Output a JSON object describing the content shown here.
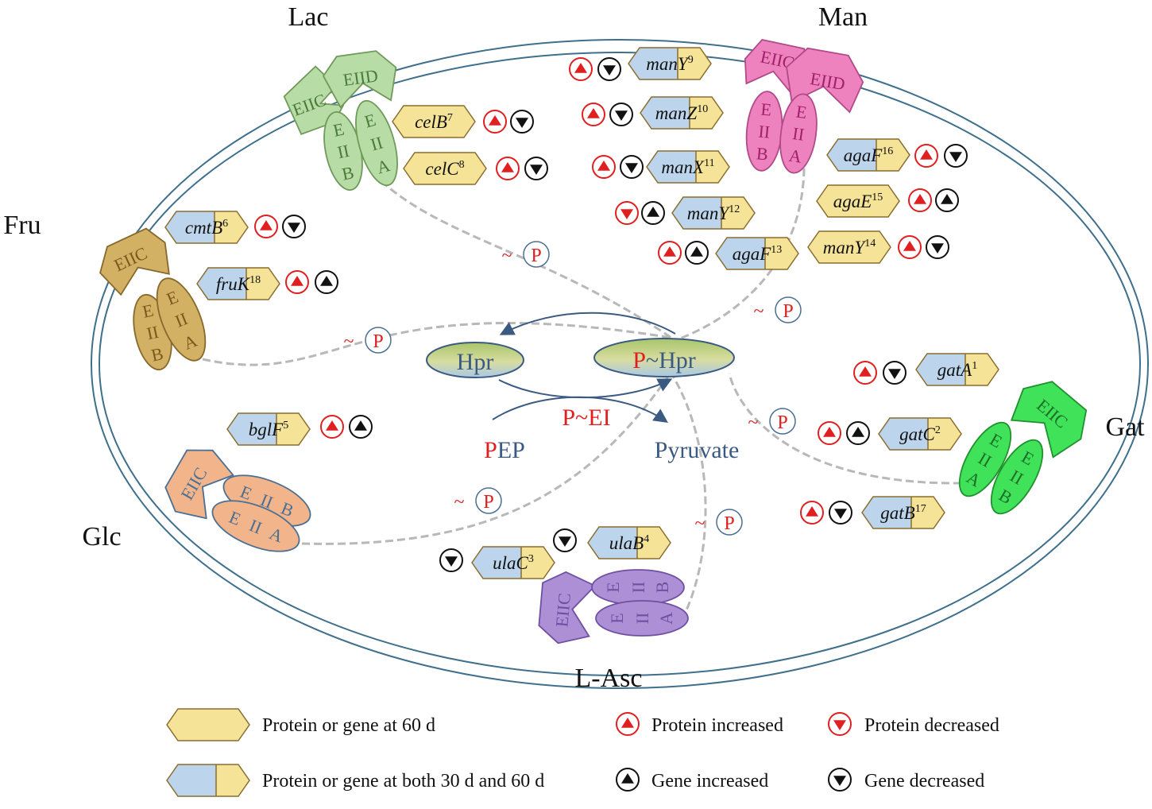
{
  "colors": {
    "membrane": "#3e6f8c",
    "red": "#e02020",
    "blue_text": "#3b5a82",
    "gene_yellow": "#f5e398",
    "gene_blue": "#bcd5ec",
    "gene_border": "#8a6d2e",
    "lac": "#b8dca5",
    "lac_border": "#6f9a5a",
    "lac_text": "#4a7a3c",
    "man": "#ee82be",
    "man_border": "#b04a89",
    "man_text": "#a0206a",
    "fru": "#d2b064",
    "fru_border": "#86692b",
    "fru_text": "#7a5a1c",
    "glc": "#f2b48a",
    "glc_border": "#4b6f93",
    "glc_text": "#4b6f93",
    "gat": "#3fe258",
    "gat_border": "#22902e",
    "gat_text": "#1d6f2a",
    "asc": "#ad8fd6",
    "asc_border": "#6f4fa2",
    "asc_text": "#6f4fa2"
  },
  "systems": {
    "lac": "Lac",
    "man": "Man",
    "fru": "Fru",
    "glc": "Glc",
    "gat": "Gat",
    "asc": "L-Asc"
  },
  "domains": {
    "eiic": "EIIC",
    "eiid": "EIID",
    "e": "E",
    "ii": "II",
    "a": "A",
    "b": "B"
  },
  "center": {
    "hpr": "Hpr",
    "phpr_p": "P",
    "phpr_rest": "~Hpr",
    "pei": "P~EI",
    "pep_p": "P",
    "pep_rest": "EP",
    "pyruvate": "Pyruvate",
    "tilde": "~",
    "p": "P"
  },
  "genes": {
    "manY9": {
      "name": "manY",
      "sup": "9"
    },
    "celB": {
      "name": "celB",
      "sup": "7"
    },
    "manZ": {
      "name": "manZ",
      "sup": "10"
    },
    "celC": {
      "name": "celC",
      "sup": "8"
    },
    "manX": {
      "name": "manX",
      "sup": "11"
    },
    "agaF16": {
      "name": "agaF",
      "sup": "16"
    },
    "cmtB": {
      "name": "cmtB",
      "sup": "6"
    },
    "manY12": {
      "name": "manY",
      "sup": "12"
    },
    "agaE": {
      "name": "agaE",
      "sup": "15"
    },
    "agaF13": {
      "name": "agaF",
      "sup": "13"
    },
    "manY14": {
      "name": "manY",
      "sup": "14"
    },
    "fruK": {
      "name": "fruK",
      "sup": "18"
    },
    "gatA": {
      "name": "gatA",
      "sup": "1"
    },
    "bglF": {
      "name": "bglF",
      "sup": "5"
    },
    "gatC": {
      "name": "gatC",
      "sup": "2"
    },
    "gatB": {
      "name": "gatB",
      "sup": "17"
    },
    "ulaB": {
      "name": "ulaB",
      "sup": "4"
    },
    "ulaC": {
      "name": "ulaC",
      "sup": "3"
    }
  },
  "legend": {
    "sixty_day": "Protein or gene at 60 d",
    "both_days": "Protein or gene at both 30 d and 60 d",
    "protein_increased": "Protein increased",
    "protein_decreased": "Protein decreased",
    "gene_increased": "Gene increased",
    "gene_decreased": "Gene decreased"
  }
}
